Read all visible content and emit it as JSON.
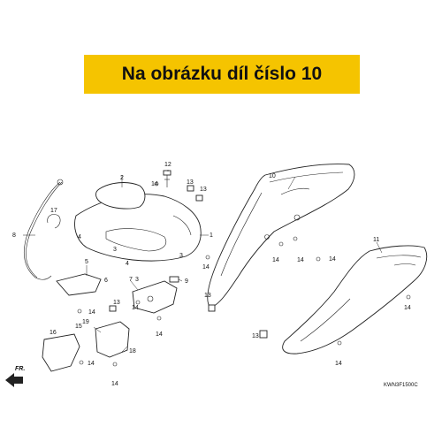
{
  "banner": {
    "text": "Na obrázku díl číslo 10",
    "color": "#f5c400"
  },
  "diagram": {
    "code": "KWN3F1500C",
    "direction_label": "FR.",
    "callouts": {
      "c1": "1",
      "c2": "2",
      "c3a": "3",
      "c3b": "3",
      "c3c": "3",
      "c4a": "4",
      "c4b": "4",
      "c5": "5",
      "c6": "6",
      "c7": "7",
      "c8": "8",
      "c9": "9",
      "c10": "10",
      "c11": "11",
      "c12": "12",
      "c13a": "13",
      "c13b": "13",
      "c13c": "13",
      "c13d": "13",
      "c13e": "13",
      "c14a": "14",
      "c14b": "14",
      "c14c": "14",
      "c14d": "14",
      "c14e": "14",
      "c14f": "14",
      "c14g": "14",
      "c14h": "14",
      "c14i": "14",
      "c14j": "14",
      "c14k": "14",
      "c14l": "14",
      "c15": "15",
      "c16": "16",
      "c17": "17",
      "c18": "18",
      "c19": "19"
    }
  }
}
